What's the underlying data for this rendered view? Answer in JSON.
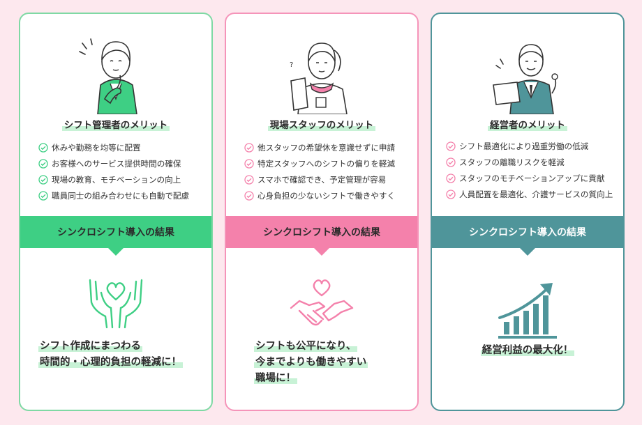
{
  "colors": {
    "background": "#fde8ee",
    "green": "#3ecf84",
    "pink": "#f481ab",
    "teal": "#4f959a",
    "highlight": "#c8f2d6"
  },
  "cards": [
    {
      "title": "シフト管理者のメリット",
      "merits": [
        "休みや勤務を均等に配置",
        "お客様へのサービス提供時間の確保",
        "現場の教育、モチベーションの向上",
        "職員同士の組み合わせにも自動で配慮"
      ],
      "band": "シンクロシフト導入の結果",
      "result_lines": [
        "シフト作成にまつわる",
        "時間的・心理的負担の軽減に！"
      ],
      "illustration": "manager-woman-icon",
      "result_icon": "heart-hands-icon"
    },
    {
      "title": "現場スタッフのメリット",
      "merits": [
        "他スタッフの希望休を意識せずに申請",
        "特定スタッフへのシフトの偏りを軽減",
        "スマホで確認でき、予定管理が容易",
        "心身負担の少ないシフトで働きやすく"
      ],
      "band": "シンクロシフト導入の結果",
      "result_lines": [
        "シフトも公平になり、",
        "今までよりも働きやすい",
        "職場に！"
      ],
      "illustration": "staff-nurse-icon",
      "result_icon": "handshake-heart-icon"
    },
    {
      "title": "経営者のメリット",
      "merits": [
        "シフト最適化により過重労働の低減",
        "スタッフの離職リスクを軽減",
        "スタッフのモチベーションアップに貢献",
        "人員配置を最適化、介護サービスの質向上"
      ],
      "band": "シンクロシフト導入の結果",
      "result_lines": [
        "経営利益の最大化！"
      ],
      "illustration": "executive-man-icon",
      "result_icon": "growth-chart-icon"
    }
  ]
}
